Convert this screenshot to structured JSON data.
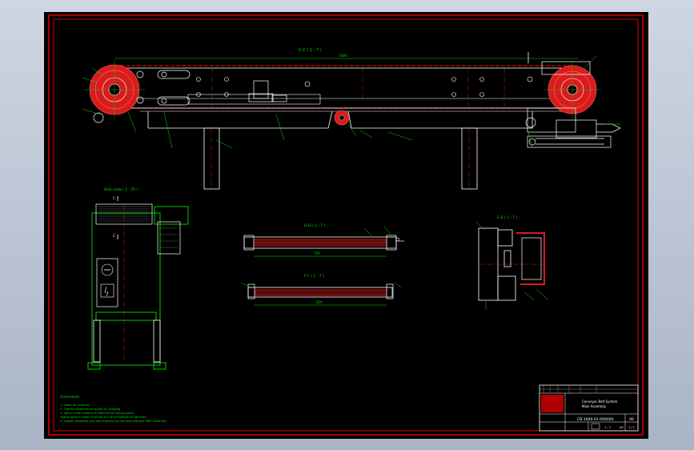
{
  "colors": {
    "background": "#000000",
    "frame": "#e00000",
    "outline": "#ffffff",
    "dimension": "#00e000",
    "center": "#ff3030",
    "belt_roller": "#d81c1c",
    "viewport": "#b8c2d2"
  },
  "views": {
    "section_c": "C-C ( 1 : 7 )",
    "side_view": "Side view ( 1 : 25 )",
    "section_d": "D-D ( 1 : 7 )",
    "section_f": "F-F ( 1 : 7 )",
    "section_e": "E-E ( 1 : 7 )"
  },
  "section_markers": {
    "c_top": "C",
    "c_bottom": "C"
  },
  "dimensions": {
    "belt_length": "1400",
    "section_d_width": "750",
    "section_f_width": "826"
  },
  "notes": {
    "heading": "Comments",
    "lines": [
      "1. Clean all surfaces",
      "2. Tighten fasteners as shown on drawing",
      "3. Apply a thin coating of lubricant to moving parts",
      "   sliding parts in order to avoid any accumulation of lubricant",
      "4. Inspect assembly and belt tracking on the final belt test after assembly"
    ]
  },
  "title_block": {
    "title_line1": "Conveyor Belt System",
    "title_line2": "Main Assembly",
    "drawing_number": "CB-1600-01-000000",
    "sheet_no": "00",
    "scale": "1 : 7",
    "size": "A3",
    "sheet": "1 / 1"
  }
}
